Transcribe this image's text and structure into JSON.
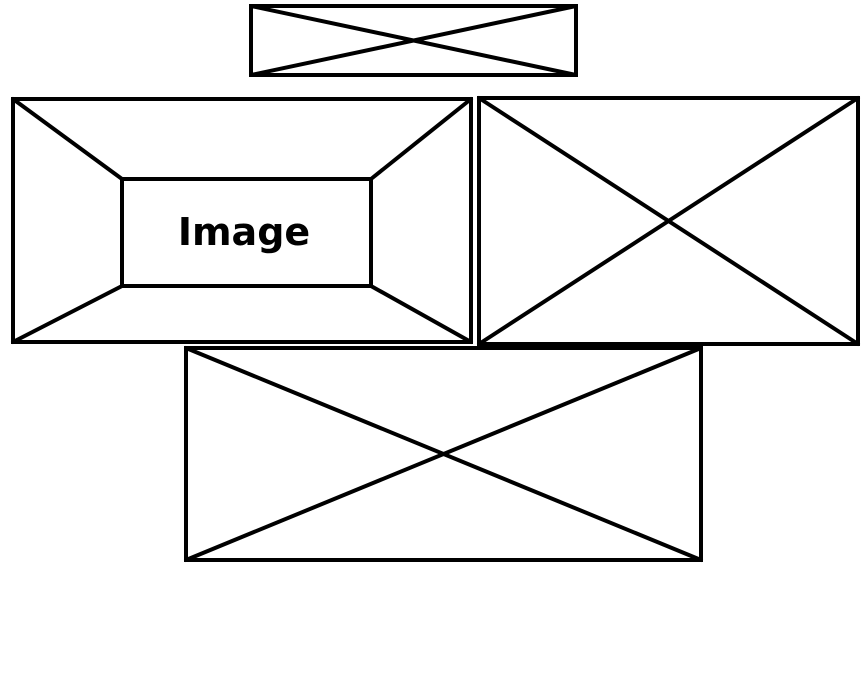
{
  "placeholders": [
    {
      "kind": "cross"
    },
    {
      "kind": "framed",
      "label": "Image"
    },
    {
      "kind": "cross"
    },
    {
      "kind": "cross"
    }
  ],
  "colors": {
    "stroke": "#000000",
    "background": "#ffffff"
  }
}
